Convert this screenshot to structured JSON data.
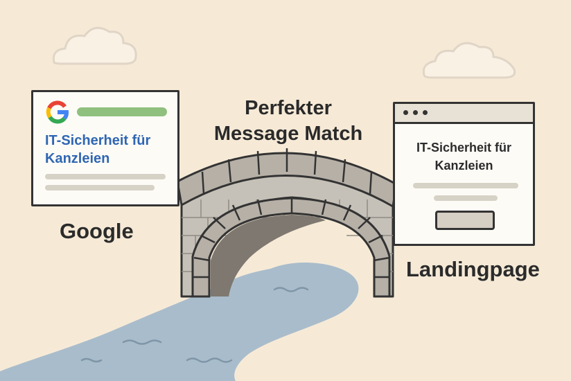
{
  "title": {
    "line1": "Perfekter",
    "line2": "Message Match"
  },
  "google_ad": {
    "logo_icon": "google-g-icon",
    "headline": "IT-Sicherheit für Kanzleien",
    "source_label": "Google"
  },
  "landing_page": {
    "headline": "IT-Sicherheit für Kanzleien",
    "label": "Landingpage"
  },
  "colors": {
    "background": "#f6ead7",
    "ad_headline": "#2f66b3",
    "url_bar": "#8fc07d",
    "river": "#a9bccb",
    "stone": "#c6c1b8",
    "outline": "#333333"
  }
}
